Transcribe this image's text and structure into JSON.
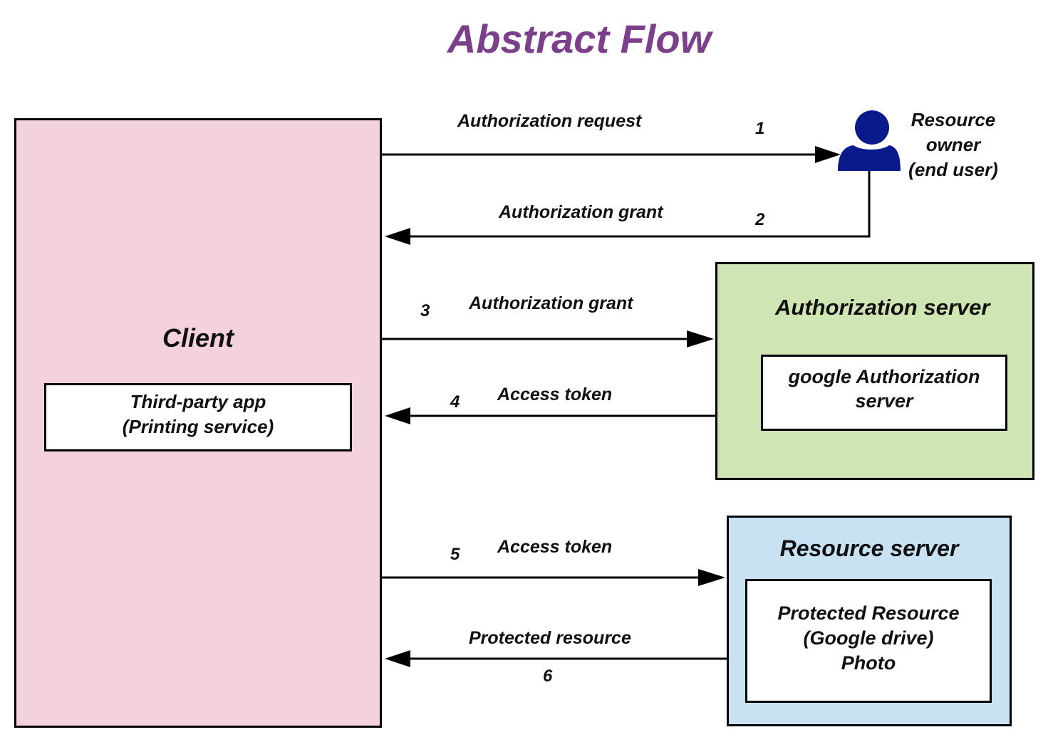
{
  "title": "Abstract Flow",
  "colors": {
    "title": "#7b3f8c",
    "client_fill": "#f3d2de",
    "auth_server_fill": "#cfe6b4",
    "resource_server_fill": "#c8e2f3",
    "user_icon": "#0a1a8c"
  },
  "client": {
    "label": "Client",
    "inner_lines": [
      "Third-party app",
      "(Printing service)"
    ]
  },
  "resource_owner": {
    "icon": "user-icon",
    "lines": [
      "Resource",
      "owner",
      "(end user)"
    ]
  },
  "authorization_server": {
    "label": "Authorization server",
    "inner_lines": [
      "google Authorization",
      "server"
    ]
  },
  "resource_server": {
    "label": "Resource server",
    "inner_lines": [
      "Protected Resource",
      "(Google drive)",
      "Photo"
    ]
  },
  "flows": [
    {
      "step": "1",
      "label": "Authorization request",
      "from": "Client",
      "to": "Resource owner"
    },
    {
      "step": "2",
      "label": "Authorization grant",
      "from": "Resource owner",
      "to": "Client"
    },
    {
      "step": "3",
      "label": "Authorization grant",
      "from": "Client",
      "to": "Authorization server"
    },
    {
      "step": "4",
      "label": "Access token",
      "from": "Authorization server",
      "to": "Client"
    },
    {
      "step": "5",
      "label": "Access token",
      "from": "Client",
      "to": "Resource server"
    },
    {
      "step": "6",
      "label": "Protected resource",
      "from": "Resource server",
      "to": "Client"
    }
  ]
}
